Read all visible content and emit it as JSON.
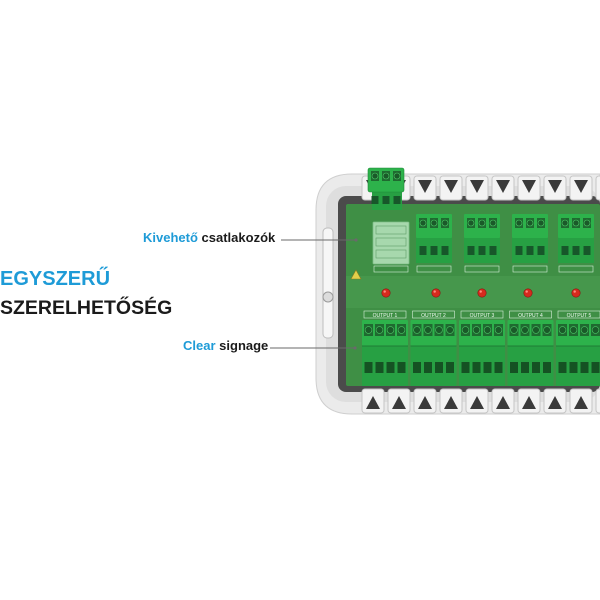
{
  "callouts": {
    "connectors": {
      "highlight": "Kivehető",
      "text": "csatlakozók"
    },
    "signage": {
      "highlight": "Clear",
      "text": "signage"
    }
  },
  "headline": {
    "line1": "EGYSZERŰ",
    "line2": "SZERELHETŐSÉG"
  },
  "board": {
    "output_labels": [
      "OUTPUT 1",
      "OUTPUT 2",
      "OUTPUT 3",
      "OUTPUT 4",
      "OUTPUT 5"
    ]
  },
  "icons": {
    "removable_plug": "terminal-plug-icon",
    "warning": "warning-sign-icon",
    "latch": "latch-icon"
  },
  "colors": {
    "accent": "#1e9bd7",
    "text": "#1b1b1b",
    "housing": "#ebebeb",
    "board": "#3f8f45",
    "connector": "#2db24b",
    "connector_dark": "#27a043",
    "screw_hole": "#1a5a29",
    "led": "#d62a1e",
    "callout_line": "#6a6a6a"
  }
}
